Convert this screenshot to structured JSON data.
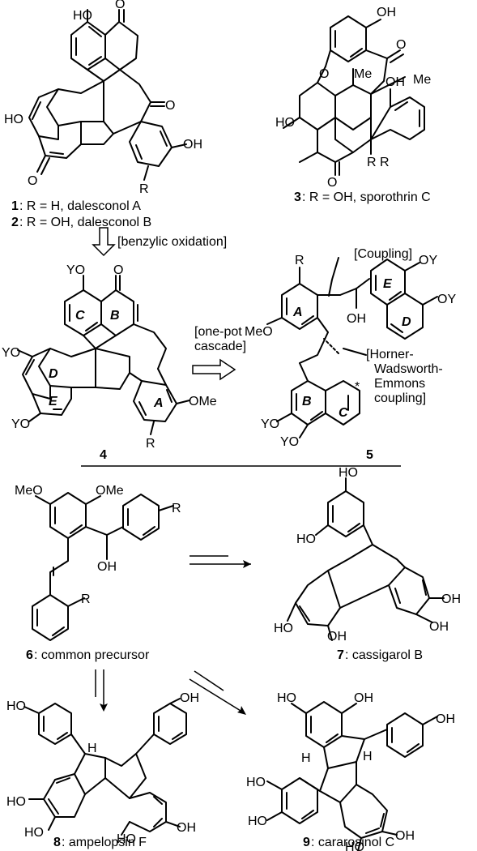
{
  "compounds": [
    {
      "num": "1",
      "text": ": R = H, dalesconol A"
    },
    {
      "num": "2",
      "text": ": R = OH, dalesconol B"
    },
    {
      "num": "3",
      "text": ": R = OH, sporothrin C"
    },
    {
      "num": "4",
      "text": ""
    },
    {
      "num": "5",
      "text": ""
    },
    {
      "num": "6",
      "text": ": common precursor"
    },
    {
      "num": "7",
      "text": ": cassigarol B"
    },
    {
      "num": "8",
      "text": ": ampelopsin F"
    },
    {
      "num": "9",
      "text": ": cararosinol C"
    }
  ],
  "annotations": {
    "benzylic": "[benzylic oxidation]",
    "onepot_1": "[one-pot",
    "onepot_2": "cascade]",
    "coupling": "[Coupling]",
    "hwe_1": "[Horner-",
    "hwe_2": "Wadsworth-",
    "hwe_3": "Emmons",
    "hwe_4": "coupling]"
  },
  "atom_labels": {
    "HO": "HO",
    "OH": "OH",
    "O": "O",
    "H": "H",
    "R": "R",
    "Me": "Me",
    "MeO": "MeO",
    "OMe": "OMe",
    "YO": "YO",
    "OY": "OY",
    "star": "*",
    "HO_bold": "H",
    "HO_rest": "O"
  },
  "ring_labels": {
    "A": "A",
    "B": "B",
    "C": "C",
    "D": "D",
    "E": "E"
  }
}
